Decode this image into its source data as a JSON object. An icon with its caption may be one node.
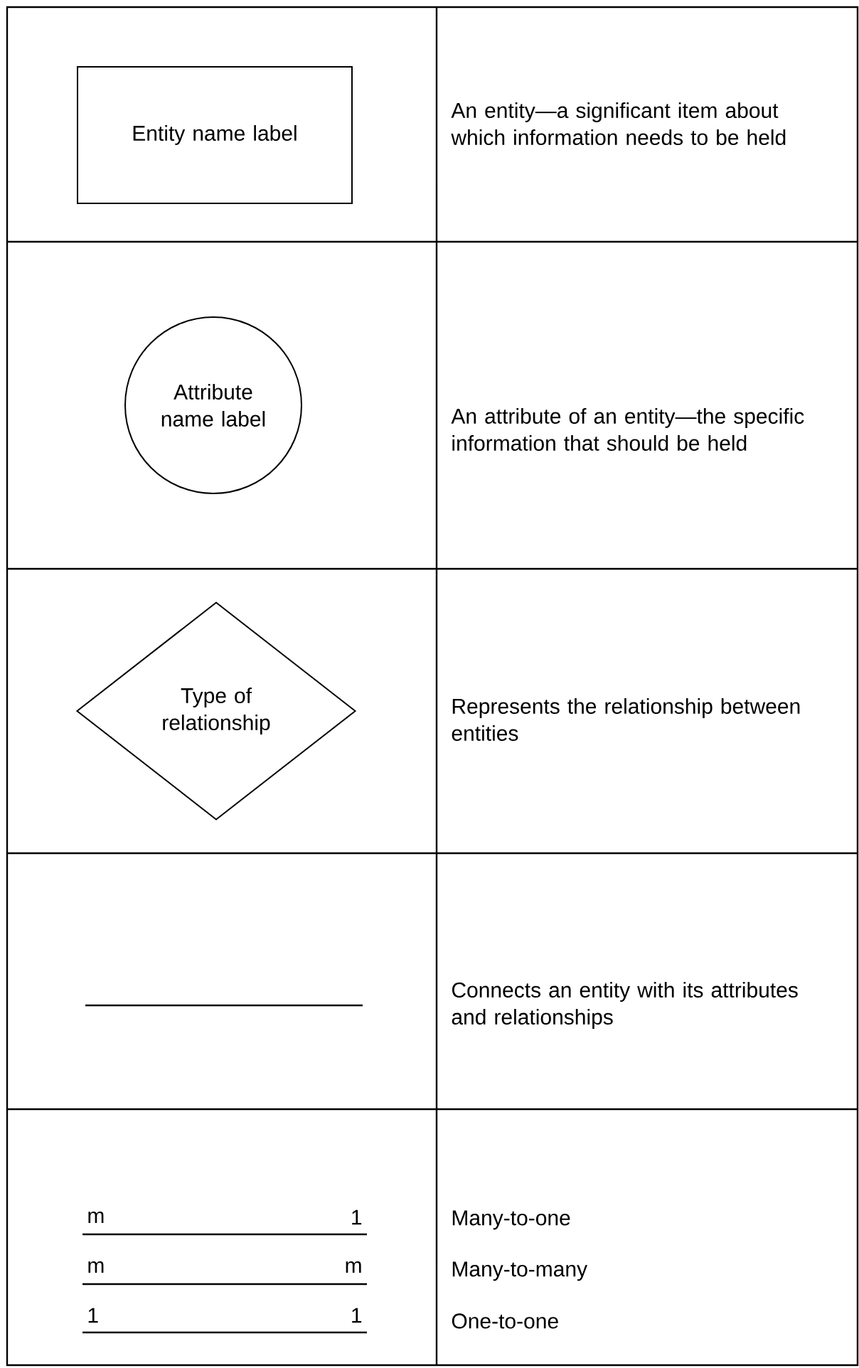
{
  "diagram": {
    "nodes": [
      {
        "text": [
          "Entity name label"
        ]
      },
      {
        "text": [
          "Attribute name label"
        ]
      },
      {
        "text": [
          "Type of relationship"
        ]
      }
    ],
    "labels": [
      "An entity—a significant item about which information needs to be held",
      "An attribute of an entity—the specific information that should be held",
      "Represents the relationship between entities",
      "Connects an entity with its attributes and relationships",
      "m",
      "1",
      "Many-to-one",
      "m",
      "m",
      "Many-to-many",
      "1",
      "1",
      "One-to-one"
    ]
  }
}
